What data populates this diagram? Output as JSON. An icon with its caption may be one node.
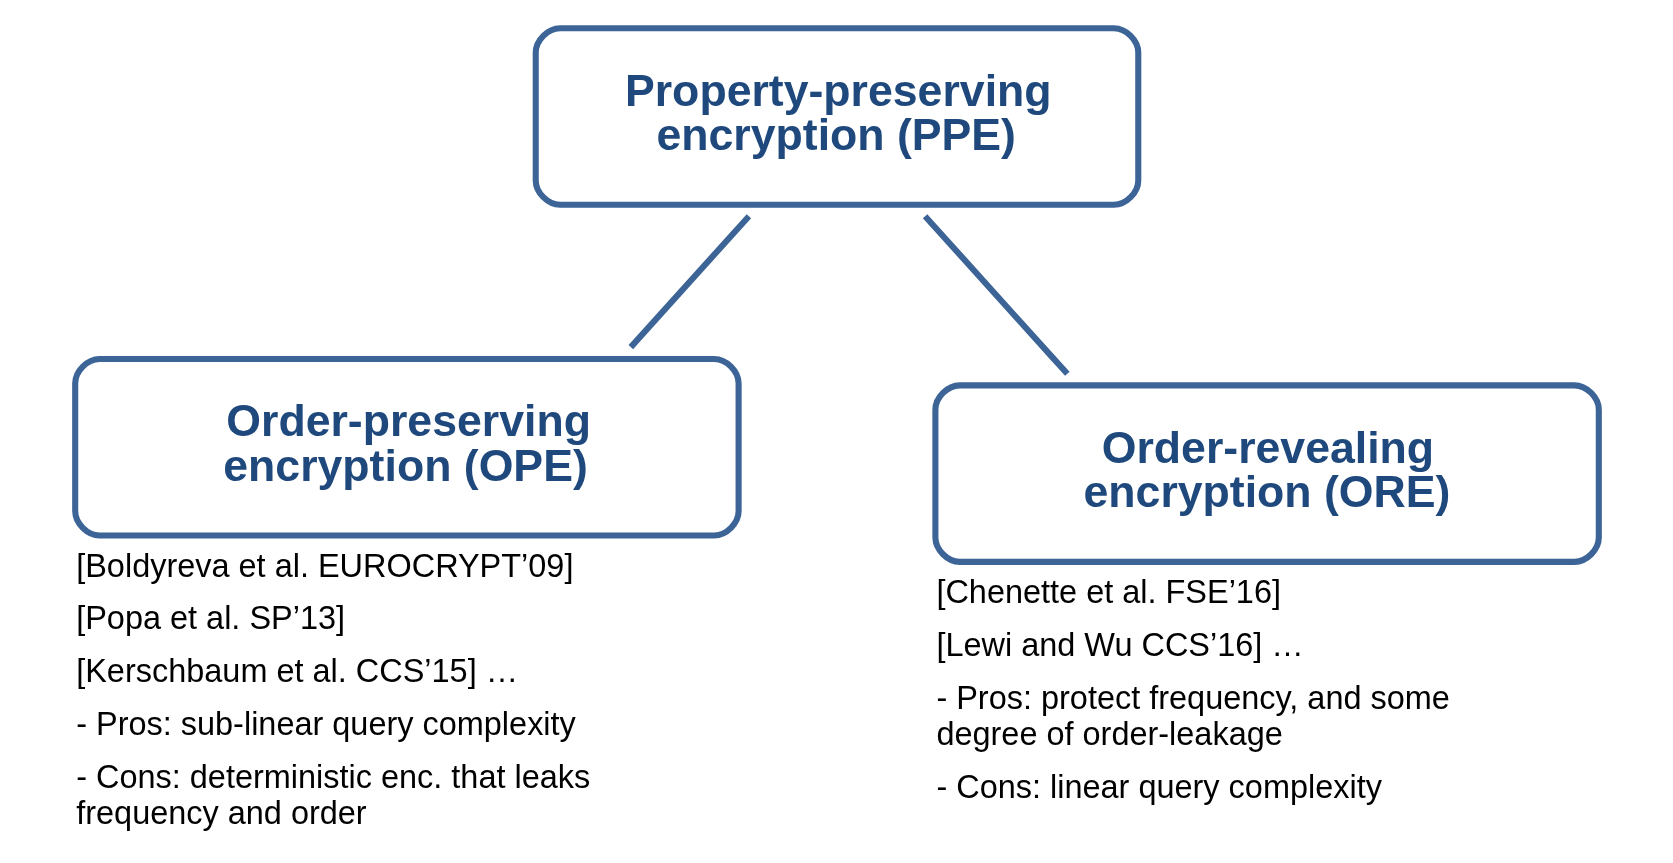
{
  "diagram": {
    "nodes": [
      {
        "text": [
          "Property-preserving encryption (PPE)"
        ]
      },
      {
        "text": [
          "Order-preserving encryption (OPE)"
        ],
        "beside": [
          "[Boldyreva et al. EUROCRYPT’09]",
          "[Popa et al. SP’13]",
          "[Kerschbaum et al. CCS’15] …",
          "- Pros: sub-linear query complexity",
          "- Cons: deterministic enc. that leaks frequency and order"
        ]
      },
      {
        "text": [
          "Order-revealing encryption (ORE)"
        ],
        "beside": [
          "[Chenette et al. FSE’16]",
          "[Lewi and Wu CCS’16] …",
          "- Pros: protect frequency, and some degree of order-leakage",
          "- Cons: linear query complexity"
        ]
      }
    ],
    "edges": [
      {
        "from": 0,
        "to": 1,
        "arrow": "none"
      },
      {
        "from": 0,
        "to": 2,
        "arrow": "none"
      }
    ]
  }
}
